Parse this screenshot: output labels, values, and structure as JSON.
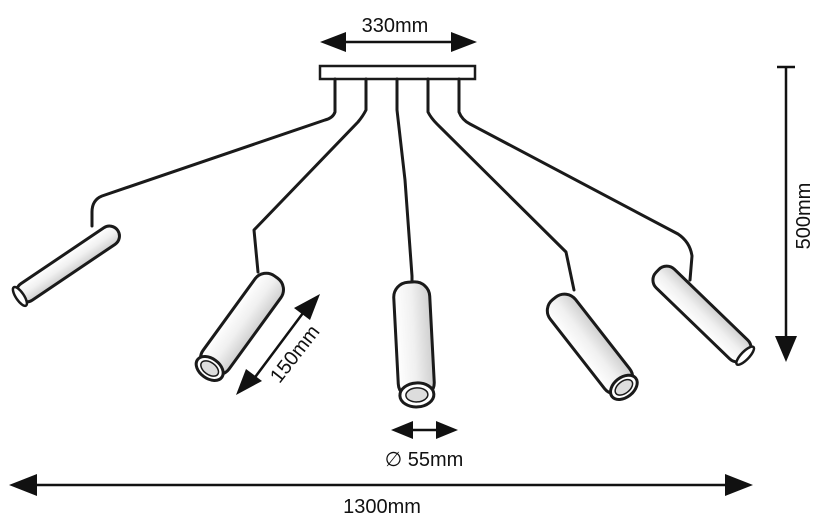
{
  "dimensions": {
    "canopy_width": "330mm",
    "height": "500mm",
    "shade_length": "150mm",
    "shade_diameter": "∅ 55mm",
    "total_width": "1300mm"
  }
}
